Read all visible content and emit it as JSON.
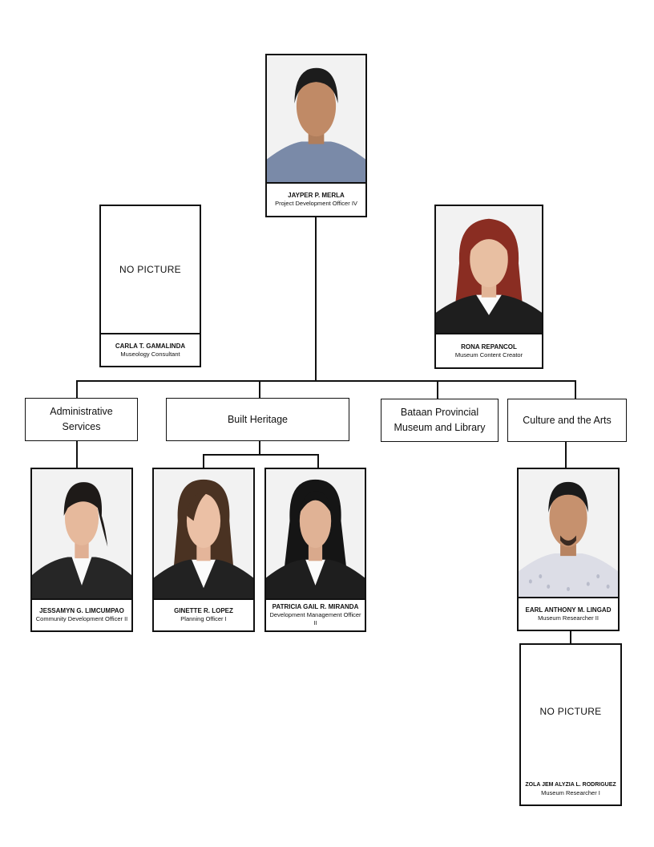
{
  "head": {
    "name": "JAYPER P. MERLA",
    "role": "Project Development Officer IV"
  },
  "consultant": {
    "photo_text": "NO PICTURE",
    "name": "CARLA T. GAMALINDA",
    "role": "Museology Consultant"
  },
  "content_creator": {
    "name": "RONA REPANCOL",
    "role": "Museum Content Creator"
  },
  "departments": [
    {
      "label": "Administrative Services"
    },
    {
      "label": "Built Heritage"
    },
    {
      "label": "Bataan Provincial Museum and Library"
    },
    {
      "label": "Culture and the Arts"
    }
  ],
  "staff": [
    {
      "name": "JESSAMYN G. LIMCUMPAO",
      "role": "Community Development Officer II"
    },
    {
      "name": "GINETTE R. LOPEZ",
      "role": "Planning Officer I"
    },
    {
      "name": "PATRICIA GAIL R. MIRANDA",
      "role": "Development Management Officer II"
    },
    {
      "name": "EARL ANTHONY M. LINGAD",
      "role": "Museum Researcher II"
    },
    {
      "photo_text": "NO PICTURE",
      "name": "ZOLA JEM ALYZIA L. RODRIGUEZ",
      "role": "Museum Researcher I"
    }
  ],
  "colors": {
    "line": "#111111",
    "card_border": "#111111",
    "background": "#ffffff"
  }
}
